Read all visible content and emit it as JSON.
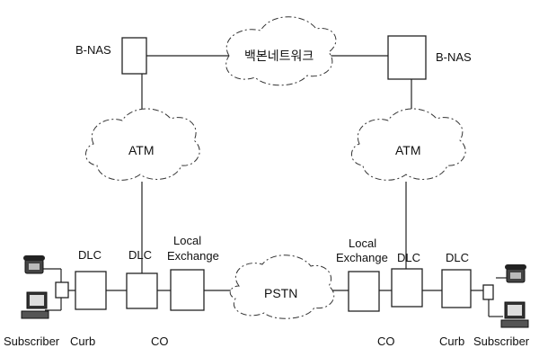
{
  "labels": {
    "bnas_left": "B-NAS",
    "bnas_right": "B-NAS",
    "backbone": "백본네트워크",
    "atm_left": "ATM",
    "atm_right": "ATM",
    "pstn": "PSTN",
    "dlc_left_outer": "DLC",
    "dlc_left_inner": "DLC",
    "dlc_right_inner": "DLC",
    "dlc_right_outer": "DLC",
    "local_left": "Local",
    "exchange_left": "Exchange",
    "local_right": "Local",
    "exchange_right": "Exchange",
    "subscriber_left": "Subscriber",
    "curb_left": "Curb",
    "co_left": "CO",
    "co_right": "CO",
    "curb_right": "Curb",
    "subscriber_right": "Subscriber"
  }
}
